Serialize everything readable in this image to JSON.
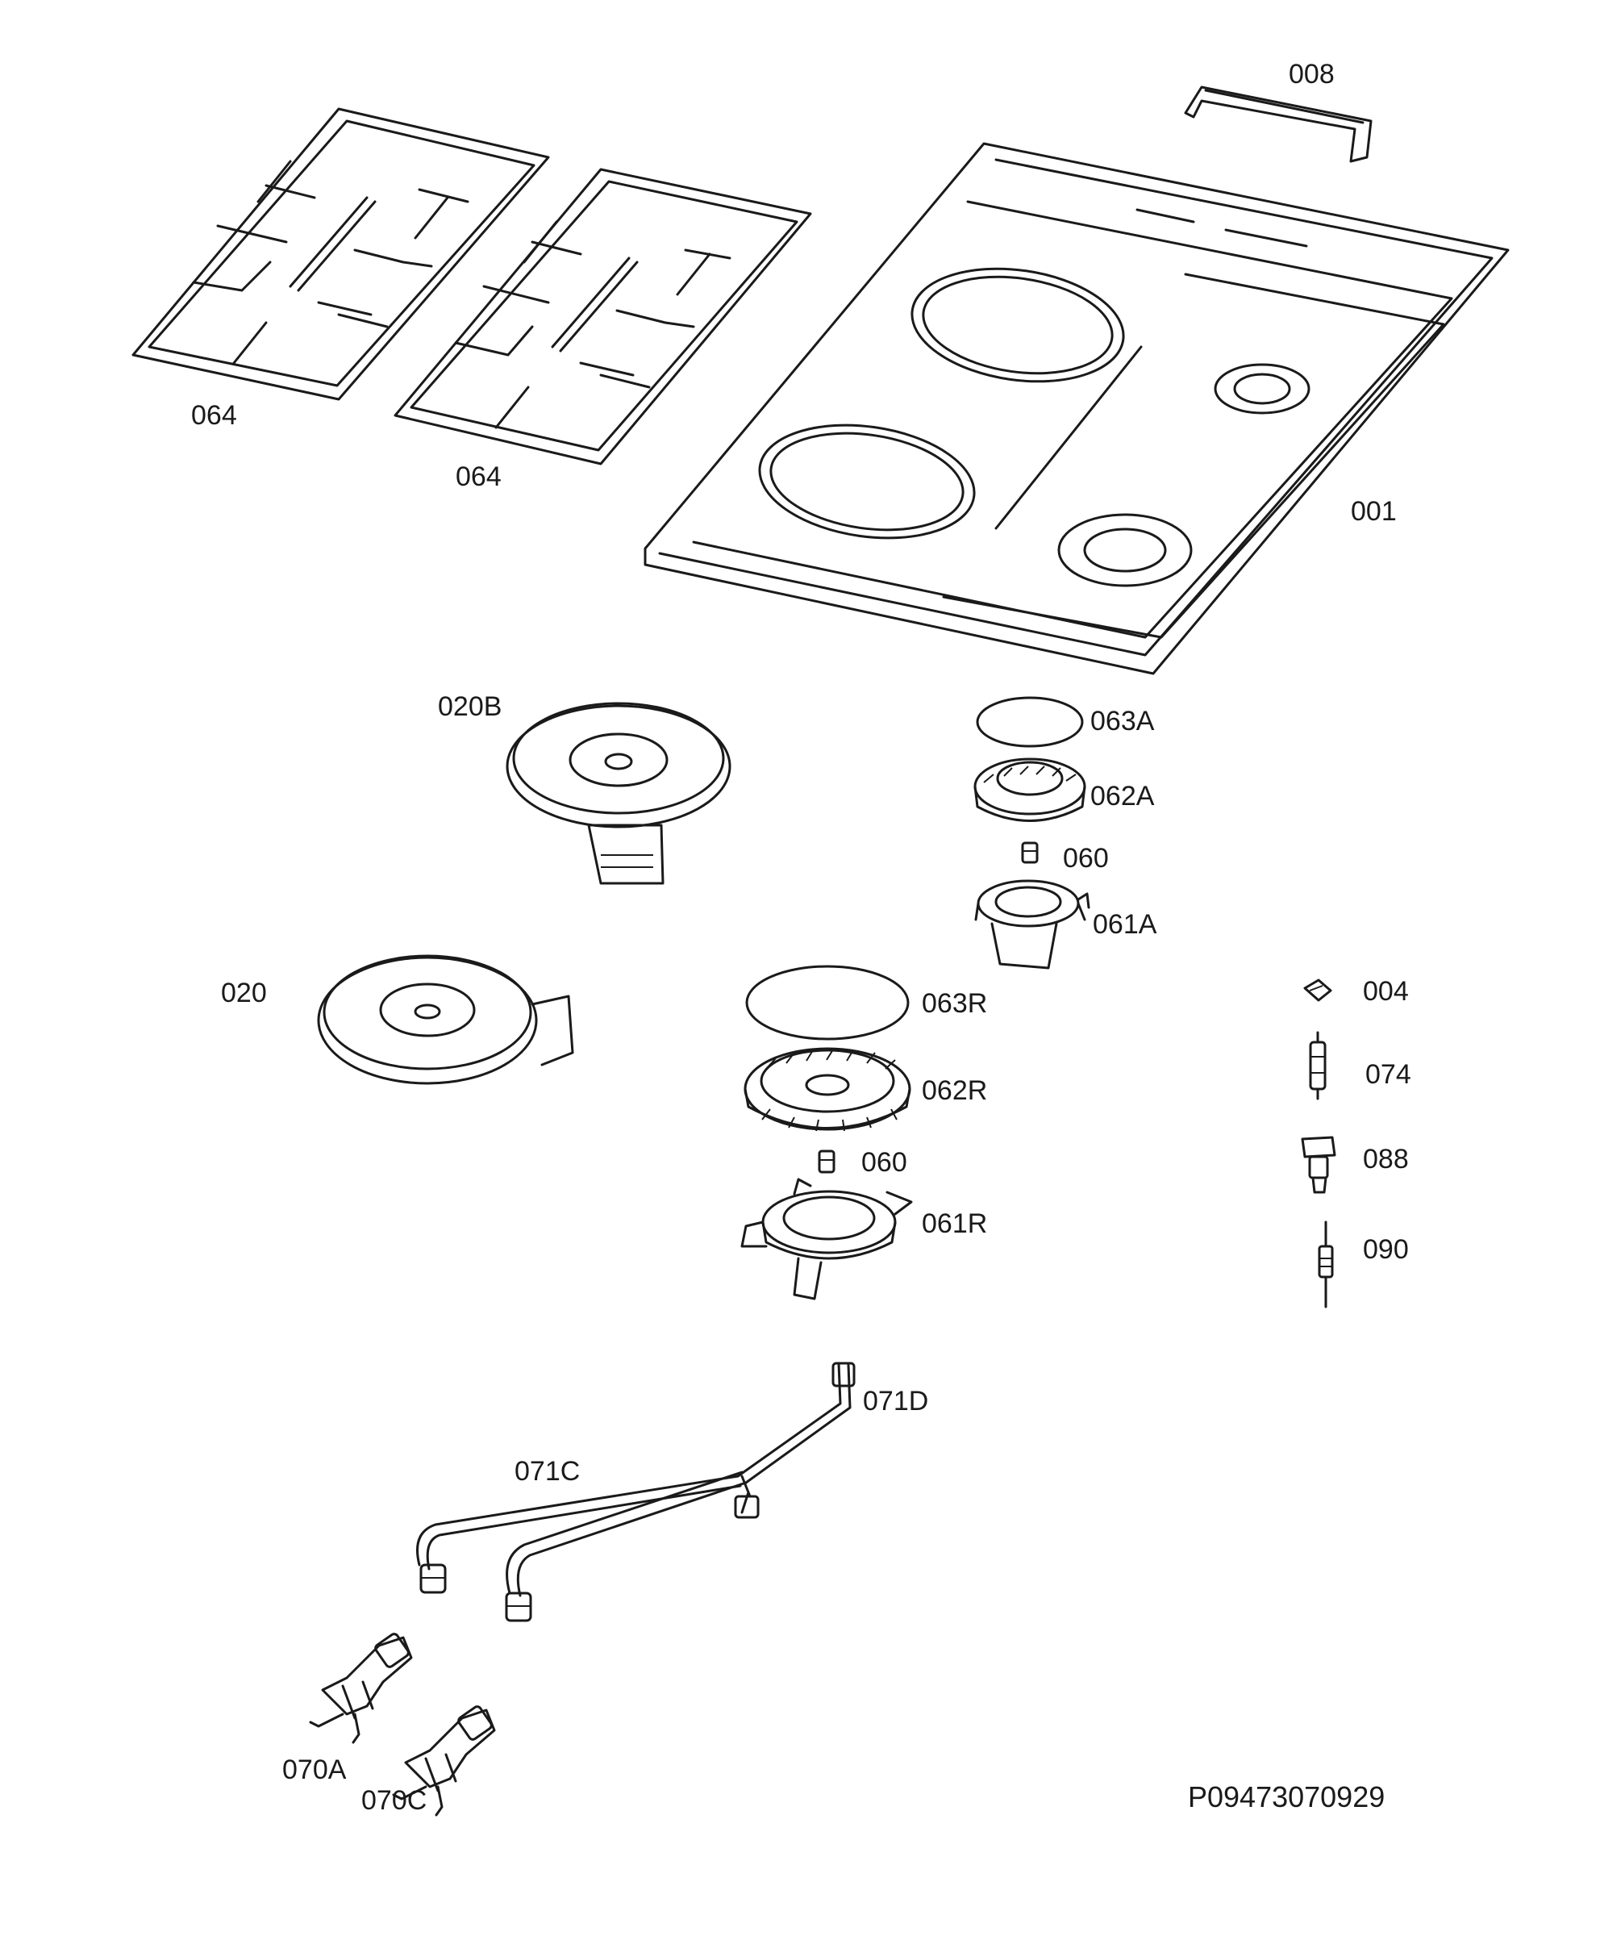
{
  "labels": {
    "l008": "008",
    "l064a": "064",
    "l064b": "064",
    "l001": "001",
    "l020B": "020B",
    "l063A": "063A",
    "l062A": "062A",
    "l060a": "060",
    "l061A": "061A",
    "l020": "020",
    "l063R": "063R",
    "l062R": "062R",
    "l060b": "060",
    "l061R": "061R",
    "l004": "004",
    "l074": "074",
    "l088": "088",
    "l090": "090",
    "l071D": "071D",
    "l071C": "071C",
    "l070A": "070A",
    "l070C": "070C"
  },
  "diagram_code": "P09473070929",
  "colors": {
    "line": "#1a1a1a",
    "background": "#ffffff"
  }
}
